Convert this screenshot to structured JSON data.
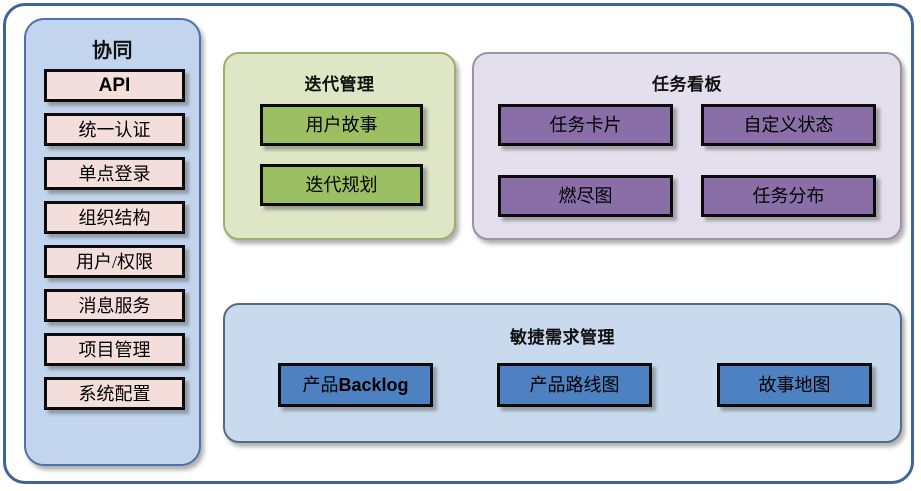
{
  "diagram": {
    "sidebar": {
      "title": "协同",
      "items": [
        {
          "label": "API",
          "style": "bold-sans"
        },
        {
          "label": "统一认证",
          "style": "serif"
        },
        {
          "label": "单点登录",
          "style": "serif"
        },
        {
          "label": "组织结构",
          "style": "serif"
        },
        {
          "label": "用户/权限",
          "style": "serif"
        },
        {
          "label": "消息服务",
          "style": "serif"
        },
        {
          "label": "项目管理",
          "style": "serif"
        },
        {
          "label": "系统配置",
          "style": "serif"
        }
      ],
      "panel_color": "#c3d5ee",
      "item_color": "#f4dedc"
    },
    "iteration": {
      "title": "迭代管理",
      "items": [
        {
          "label": "用户故事"
        },
        {
          "label": "迭代规划"
        }
      ],
      "panel_color": "#dee6c6",
      "item_color": "#9dbf63"
    },
    "taskboard": {
      "title": "任务看板",
      "items": [
        {
          "label": "任务卡片"
        },
        {
          "label": "自定义状态"
        },
        {
          "label": "燃尽图"
        },
        {
          "label": "任务分布"
        }
      ],
      "panel_color": "#e4dfec",
      "item_color": "#8a6ea7"
    },
    "agile": {
      "title": "敏捷需求管理",
      "items": [
        {
          "label_prefix": "产品",
          "label_suffix": "Backlog"
        },
        {
          "label": "产品路线图"
        },
        {
          "label": "故事地图"
        }
      ],
      "panel_color": "#c9daef",
      "item_color": "#4d81c1"
    },
    "frame_border_color": "#3d659c"
  }
}
